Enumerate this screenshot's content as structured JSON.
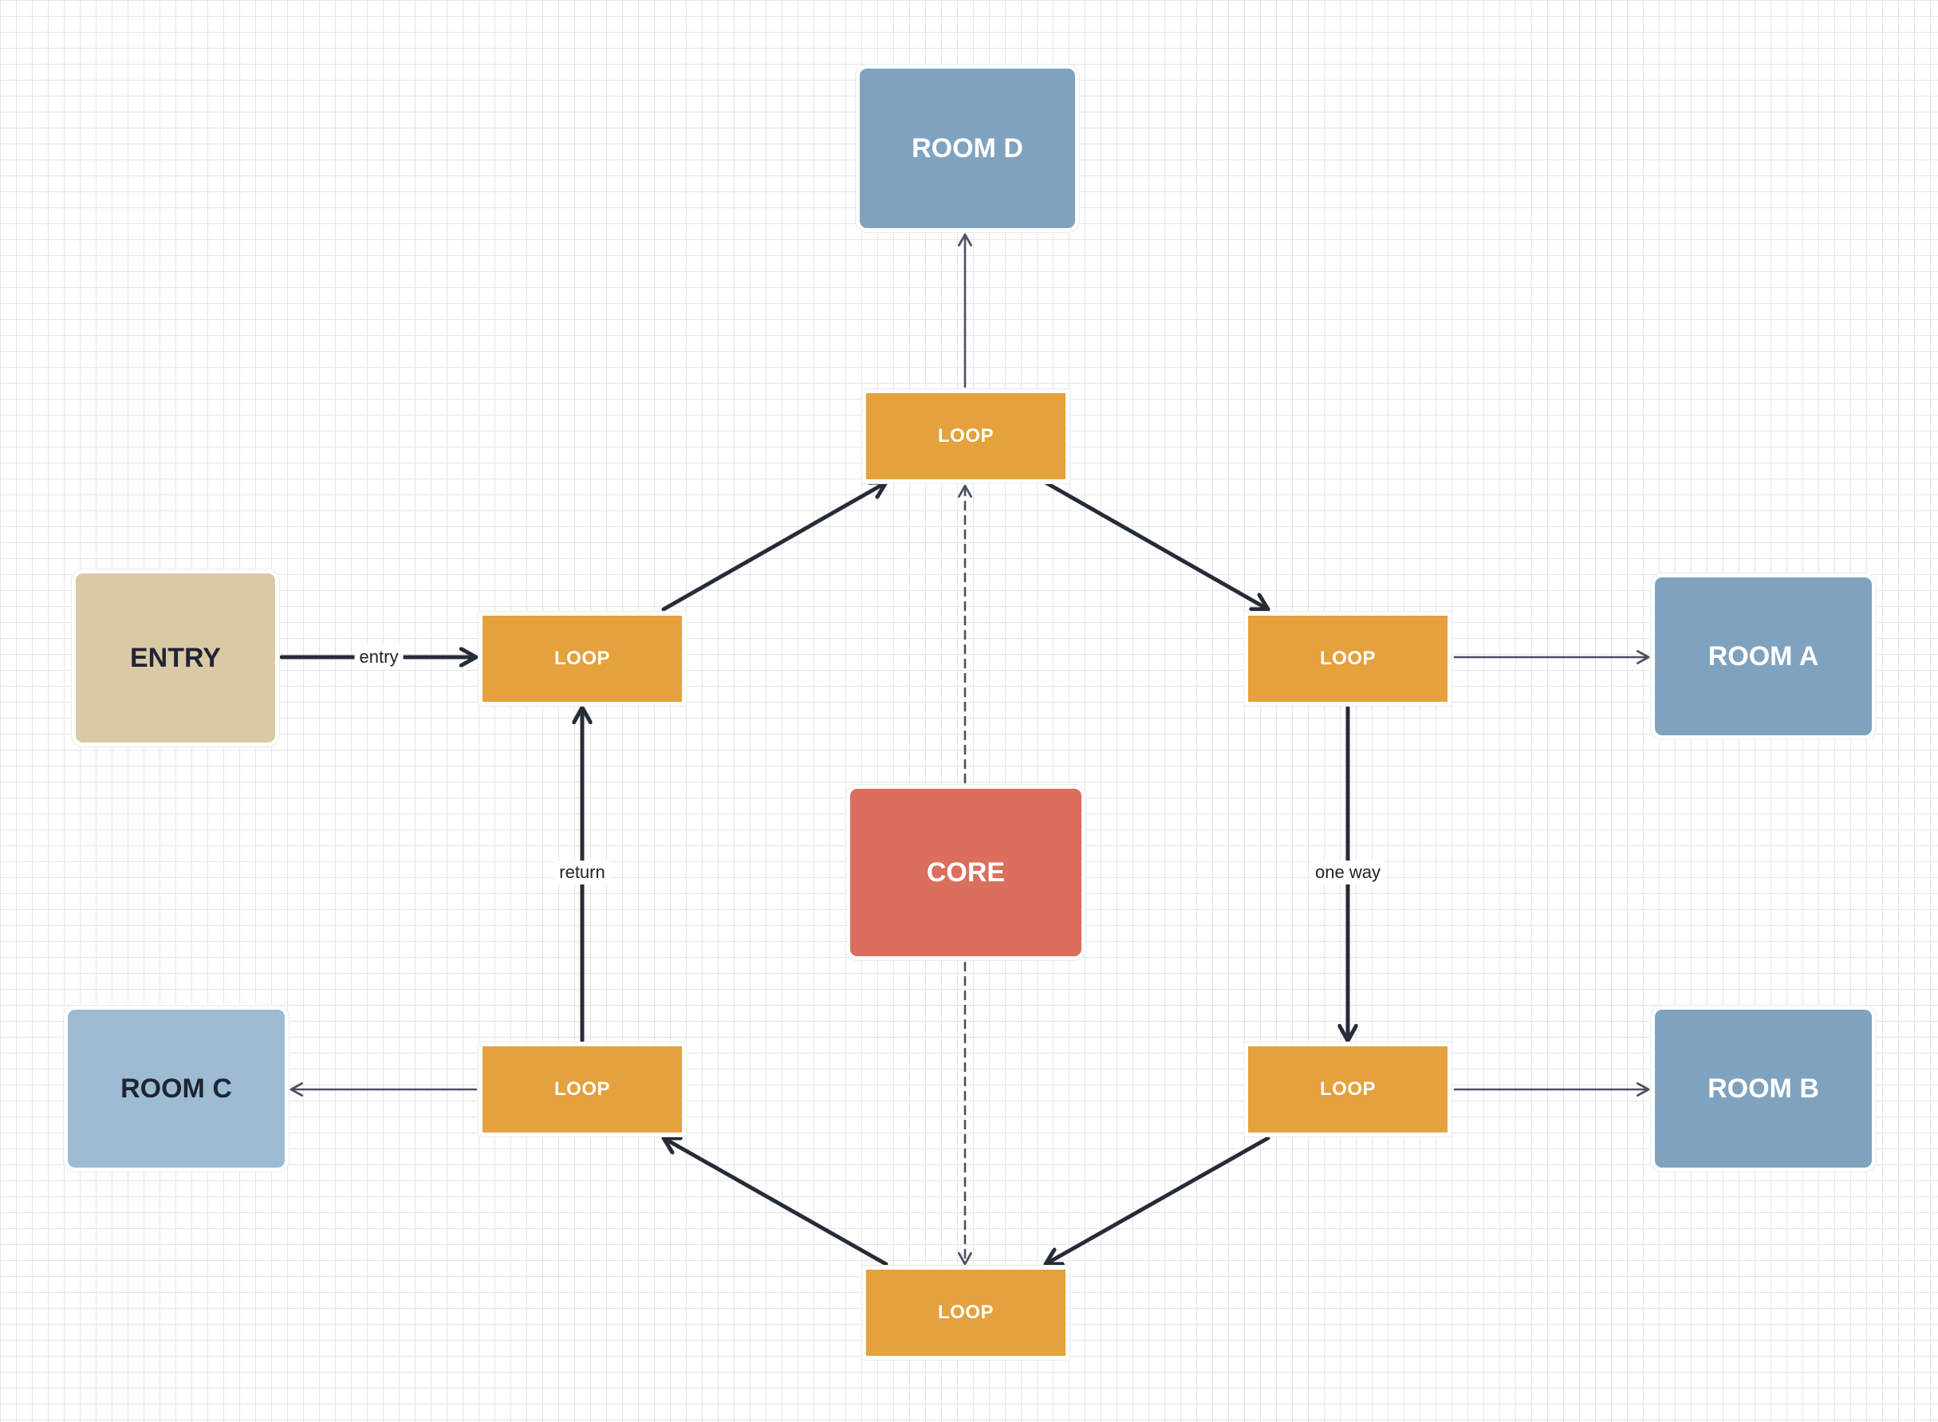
{
  "colors": {
    "loop": "#e4a13c",
    "room_dark": "#7fa3bf",
    "room_light": "#9dbcd4",
    "entry": "#dbc9a6",
    "core": "#d96f5c",
    "edge": "#262c37",
    "edge_thin": "#4b5160"
  },
  "nodes": [
    {
      "id": "room-d",
      "label": "ROOM D",
      "kind": "room",
      "fill": "#7fa3bf",
      "text": "#ffffff"
    },
    {
      "id": "entry",
      "label": "ENTRY",
      "kind": "room",
      "fill": "#dbc9a6",
      "text": "#1f2533"
    },
    {
      "id": "room-a",
      "label": "ROOM A",
      "kind": "room",
      "fill": "#7fa3bf",
      "text": "#ffffff"
    },
    {
      "id": "core",
      "label": "CORE",
      "kind": "room",
      "fill": "#d96f5c",
      "text": "#ffffff"
    },
    {
      "id": "room-c",
      "label": "ROOM C",
      "kind": "room",
      "fill": "#9dbcd4",
      "text": "#1f2533"
    },
    {
      "id": "room-b",
      "label": "ROOM B",
      "kind": "room",
      "fill": "#7fa3bf",
      "text": "#ffffff"
    },
    {
      "id": "loop-top",
      "label": "LOOP",
      "kind": "loop",
      "fill": "#e4a13c",
      "text": "#ffffff"
    },
    {
      "id": "loop-left",
      "label": "LOOP",
      "kind": "loop",
      "fill": "#e4a13c",
      "text": "#ffffff"
    },
    {
      "id": "loop-right",
      "label": "LOOP",
      "kind": "loop",
      "fill": "#e4a13c",
      "text": "#ffffff"
    },
    {
      "id": "loop-lower-left",
      "label": "LOOP",
      "kind": "loop",
      "fill": "#e4a13c",
      "text": "#ffffff"
    },
    {
      "id": "loop-lower-right",
      "label": "LOOP",
      "kind": "loop",
      "fill": "#e4a13c",
      "text": "#ffffff"
    },
    {
      "id": "loop-bottom",
      "label": "LOOP",
      "kind": "loop",
      "fill": "#e4a13c",
      "text": "#ffffff"
    }
  ],
  "edges": [
    {
      "from": "entry",
      "to": "loop-left",
      "label": "entry",
      "style": "thick"
    },
    {
      "from": "loop-left",
      "to": "loop-top",
      "label": "",
      "style": "thick"
    },
    {
      "from": "loop-top",
      "to": "loop-right",
      "label": "",
      "style": "thick"
    },
    {
      "from": "loop-top",
      "to": "room-d",
      "label": "",
      "style": "thin"
    },
    {
      "from": "loop-right",
      "to": "room-a",
      "label": "",
      "style": "thin"
    },
    {
      "from": "loop-right",
      "to": "loop-lower-right",
      "label": "one way",
      "style": "thick"
    },
    {
      "from": "loop-lower-right",
      "to": "room-b",
      "label": "",
      "style": "thin"
    },
    {
      "from": "loop-lower-right",
      "to": "loop-bottom",
      "label": "",
      "style": "thick"
    },
    {
      "from": "loop-bottom",
      "to": "loop-lower-left",
      "label": "",
      "style": "thick"
    },
    {
      "from": "loop-lower-left",
      "to": "room-c",
      "label": "",
      "style": "thin"
    },
    {
      "from": "loop-lower-left",
      "to": "loop-left",
      "label": "return",
      "style": "thick"
    },
    {
      "from": "core",
      "to": "loop-top",
      "label": "",
      "style": "dashed"
    },
    {
      "from": "core",
      "to": "loop-bottom",
      "label": "",
      "style": "dashed"
    }
  ]
}
